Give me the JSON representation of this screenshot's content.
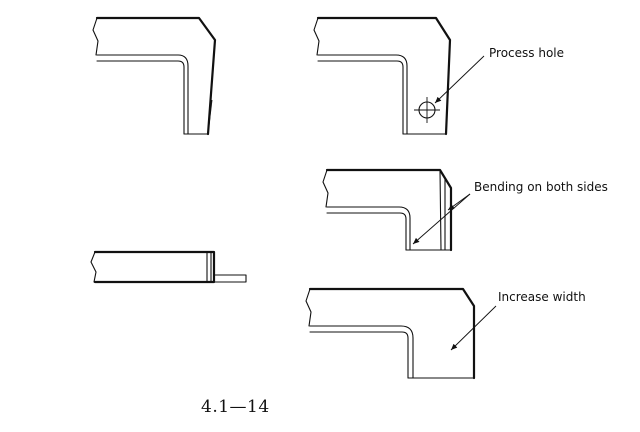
{
  "labels": {
    "process_hole": "Process hole",
    "bending_both_sides": "Bending on both sides",
    "increase_width": "Increase width"
  },
  "caption": "4.1—14"
}
